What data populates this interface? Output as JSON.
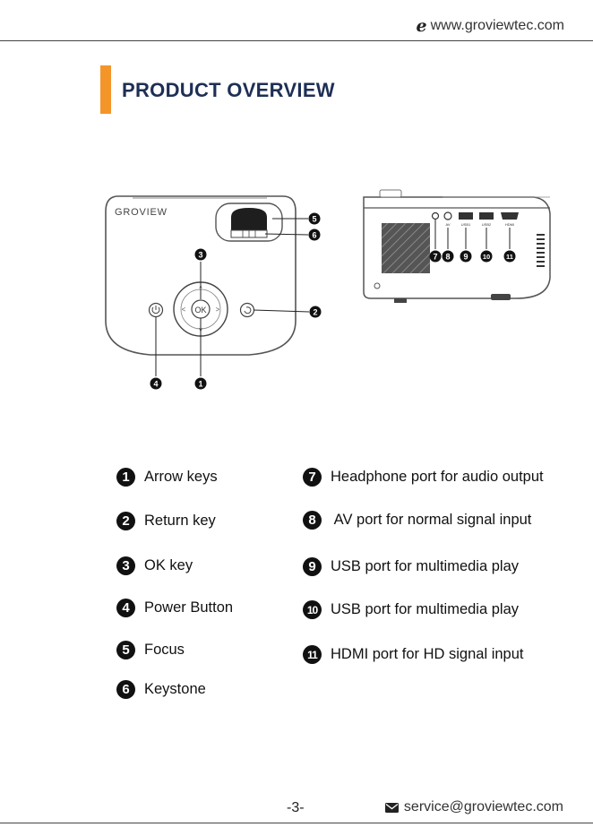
{
  "header": {
    "website": "www.groviewtec.com",
    "website_icon": "e-browser-icon"
  },
  "title": "PRODUCT OVERVIEW",
  "diagram": {
    "brand": "GROVIEW",
    "ok_label": "OK",
    "callouts": [
      "1",
      "2",
      "3",
      "4",
      "5",
      "6",
      "7",
      "8",
      "9",
      "10",
      "11"
    ],
    "side_port_labels": [
      "AV",
      "USB1",
      "USB2",
      "HDMI"
    ]
  },
  "legend": {
    "left": [
      {
        "num": "1",
        "label": "Arrow keys"
      },
      {
        "num": "2",
        "label": "Return key"
      },
      {
        "num": "3",
        "label": "OK key"
      },
      {
        "num": "4",
        "label": "Power Button"
      },
      {
        "num": "5",
        "label": "Focus"
      },
      {
        "num": "6",
        "label": "Keystone"
      }
    ],
    "right": [
      {
        "num": "7",
        "label": "Headphone port for audio output"
      },
      {
        "num": "8",
        "label": " AV port for normal signal input"
      },
      {
        "num": "9",
        "label": "USB port for multimedia play"
      },
      {
        "num": "10",
        "label": "USB port for multimedia play"
      },
      {
        "num": "11",
        "label": "HDMI port for HD signal input"
      }
    ]
  },
  "footer": {
    "page": "-3-",
    "email": "service@groviewtec.com",
    "email_icon": "envelope-icon"
  },
  "colors": {
    "accent": "#f4952a",
    "title": "#1e2f55"
  }
}
